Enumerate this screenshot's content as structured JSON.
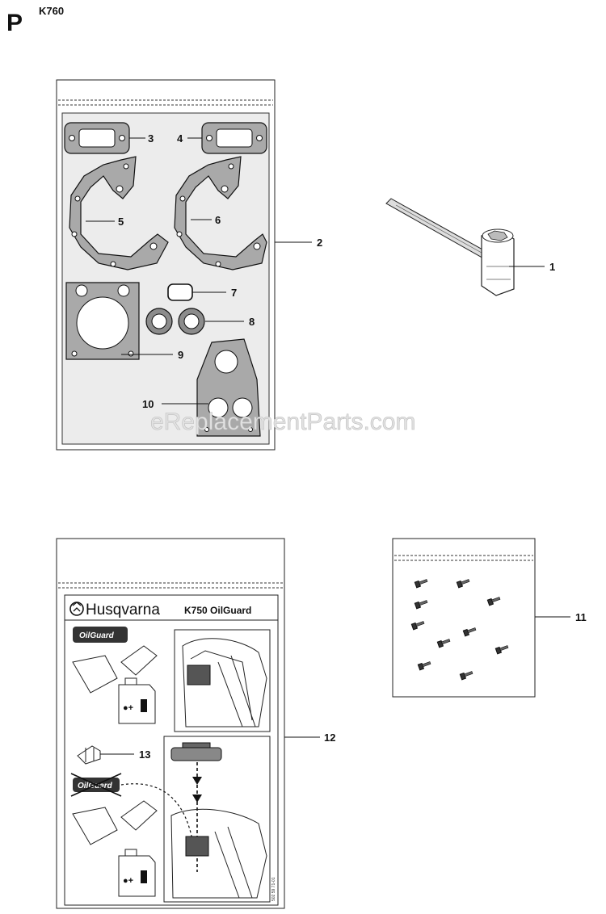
{
  "header": {
    "section_letter": "P",
    "model": "K760"
  },
  "watermark": "eReplacementParts.com",
  "labels": {
    "l1": "1",
    "l2": "2",
    "l3": "3",
    "l4": "4",
    "l5": "5",
    "l6": "6",
    "l7": "7",
    "l8": "8",
    "l9": "9",
    "l10": "10",
    "l11": "11",
    "l12": "12",
    "l13": "13"
  },
  "decal": {
    "brand": "Husqvarna",
    "model_label": "K750 OilGuard",
    "oilguard_text": "OilGuard",
    "part_code": "502 59 71-01"
  }
}
